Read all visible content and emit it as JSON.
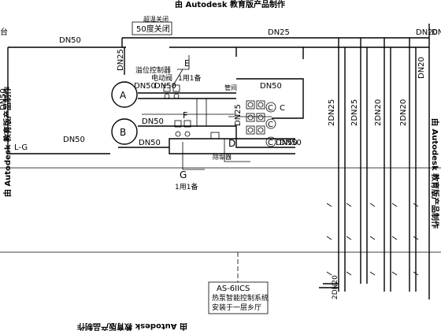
{
  "watermarks": {
    "top": "由 Autodesk 教育版产品制作",
    "bottom": "由 Autodesk 教育版产品制作",
    "left": "由 Autodesk 教育版产品制作",
    "right": "由 Autodesk 教育版产品制作"
  },
  "labels": {
    "dn50_top": "DN50",
    "dn50_left_mid": "DN50",
    "dn50_mid_a": "DN50",
    "dn50_mid_b": "DN50",
    "dn50_mid_c": "DN50",
    "dn50_mid_d": "DN50",
    "dn50_right_a": "DN50",
    "dn50_right_b": "DN50",
    "dn50_bottom": "DN50",
    "dn25_vert_left": "DN25",
    "dn25_top": "DN25",
    "dn25_mid": "DN25",
    "dn20_top_right": "DN20",
    "dn2_top_right": "DN2",
    "dn50_edge": "DN50",
    "close_50deg": "50度关闭",
    "overtemp_label": "超温关闭",
    "overflow_ctrl": "溢位控制器",
    "elec_valve": "电动阀",
    "one_use_one_standby_e": "1用1备",
    "one_use_one_standby_g": "1用1备",
    "bypass_pipe": "管间",
    "softener": "除垢器",
    "l_g": "L-G",
    "tai": "台",
    "dn_vertical_1": "2DN25",
    "dn_vertical_2": "2DN25",
    "dn_vertical_3": "2DN20",
    "dn_vertical_4": "2DN20",
    "dn_vertical_5": "DN20",
    "dn_vertical_low": "2DN20"
  },
  "letters": {
    "a": "A",
    "b": "B",
    "c1": "C",
    "c2": "C",
    "c3": "C",
    "c4": "C",
    "d": "D",
    "e": "E",
    "f": "F",
    "g": "G"
  },
  "control_box": {
    "model": "AS-6IICS",
    "name": "热泵智能控制系统",
    "location": "安装于一层乡厅"
  },
  "colors": {
    "line": "#000000",
    "background": "#ffffff"
  }
}
